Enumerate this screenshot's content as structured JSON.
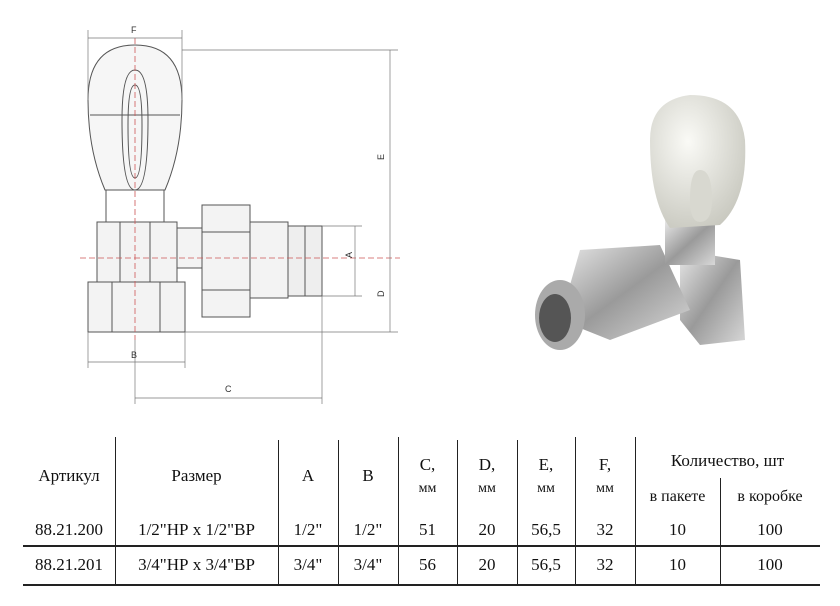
{
  "drawing": {
    "labels": {
      "a": "A",
      "b": "B",
      "c": "C",
      "d": "D",
      "e": "E",
      "f": "F"
    }
  },
  "table": {
    "headers": {
      "article": "Артикул",
      "size": "Размер",
      "a": "A",
      "b": "B",
      "c": "C,",
      "d": "D,",
      "e": "E,",
      "f": "F,",
      "unit": "мм",
      "quantity": "Количество, шт",
      "in_pack": "в пакете",
      "in_box": "в коробке"
    },
    "rows": [
      {
        "article": "88.21.200",
        "size": "1/2\"НР х 1/2\"ВР",
        "a": "1/2\"",
        "b": "1/2\"",
        "c": "51",
        "d": "20",
        "e": "56,5",
        "f": "32",
        "pack": "10",
        "box": "100"
      },
      {
        "article": "88.21.201",
        "size": "3/4\"НР х 3/4\"ВР",
        "a": "3/4\"",
        "b": "3/4\"",
        "c": "56",
        "d": "20",
        "e": "56,5",
        "f": "32",
        "pack": "10",
        "box": "100"
      }
    ]
  }
}
